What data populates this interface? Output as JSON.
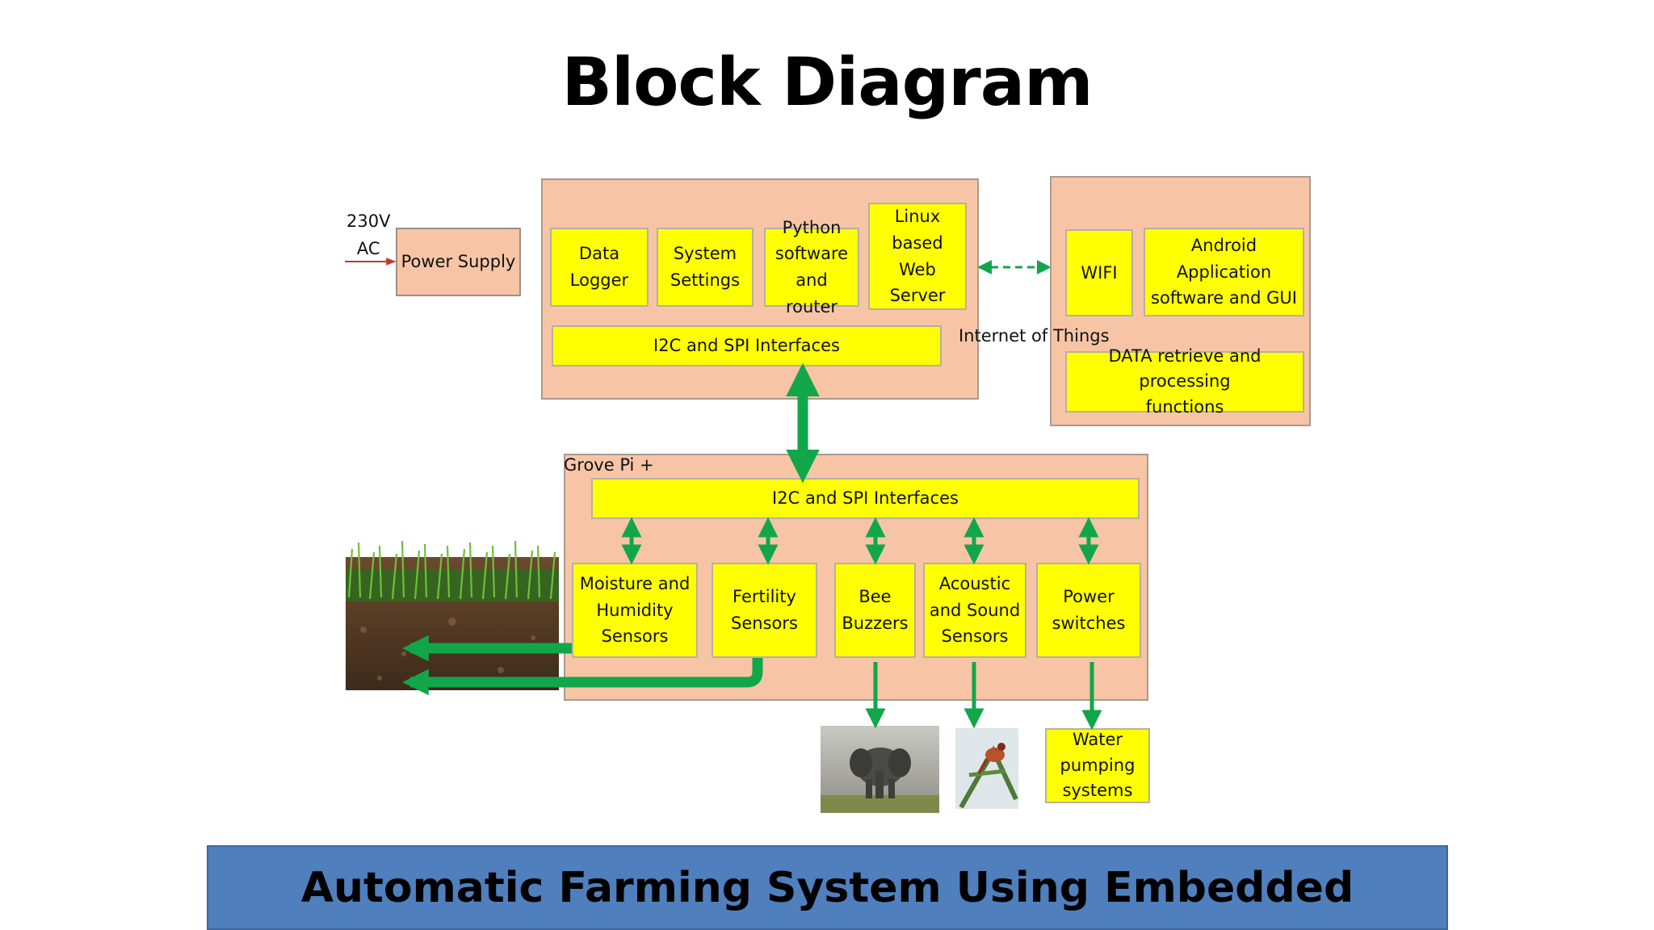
{
  "slide": {
    "title": "Block Diagram",
    "footer": "Automatic Farming System Using Embedded"
  },
  "power": {
    "input_label": "230V\nAC",
    "power_supply": "Power Supply"
  },
  "raspberry": {
    "data_logger": "Data\nLogger",
    "system_settings": "System\nSettings",
    "python_software": "Python\nsoftware\nand router",
    "linux_server": "Linux\nbased\nWeb\nServer",
    "interfaces": "I2C and SPI Interfaces"
  },
  "cloud": {
    "iot_label": "Internet of Things",
    "wifi": "WIFI",
    "android_app": "Android\nApplication\nsoftware and GUI",
    "data_functions": "DATA retrieve and processing\nfunctions"
  },
  "grove": {
    "label": "Grove Pi +",
    "interfaces": "I2C and SPI Interfaces",
    "moisture": "Moisture and\nHumidity\nSensors",
    "fertility": "Fertility\nSensors",
    "bee": "Bee\nBuzzers",
    "acoustic": "Acoustic\nand Sound\nSensors",
    "power_switches": "Power\nswitches"
  },
  "outputs": {
    "water_pumping": "Water\npumping\nsystems"
  },
  "colors": {
    "panel": "#f7c5a6",
    "box": "#ffff00",
    "arrow": "#12a64a",
    "footer": "#4f7fbd"
  }
}
